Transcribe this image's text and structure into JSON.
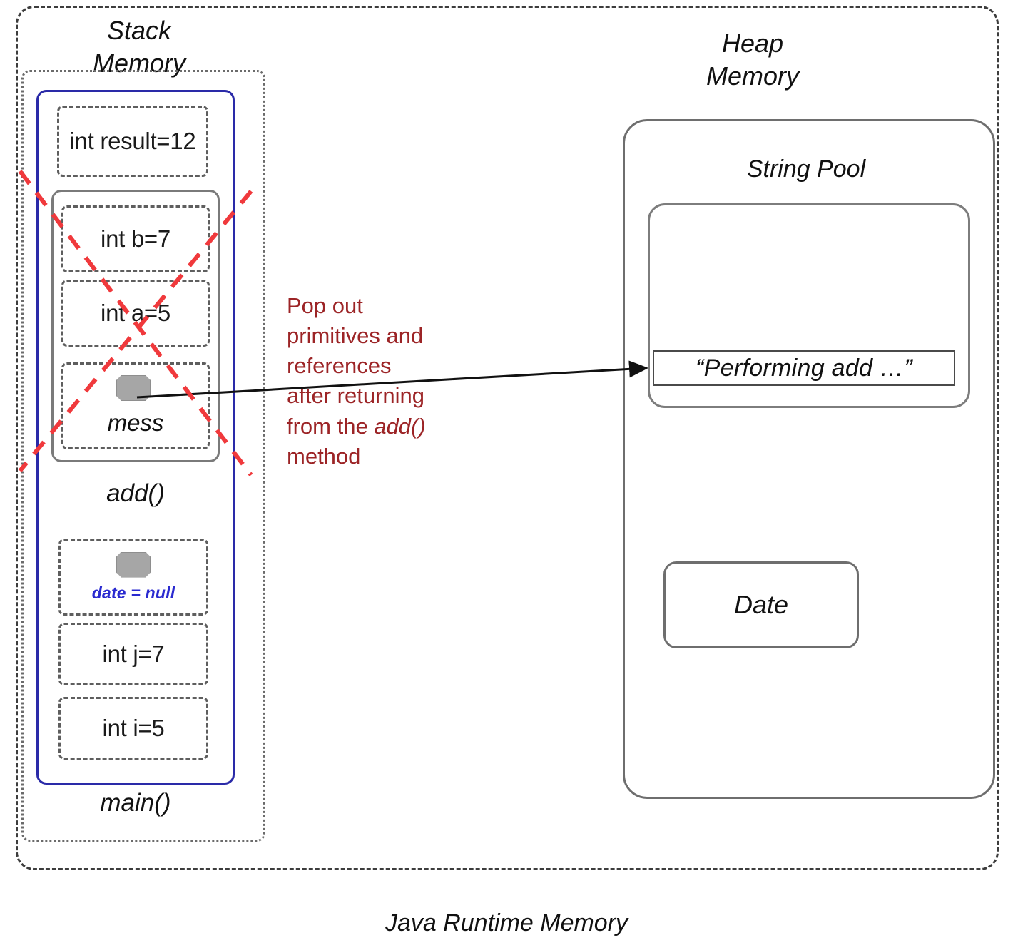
{
  "figure": {
    "caption": "Java Runtime Memory"
  },
  "stack": {
    "title": "Stack\nMemory",
    "main_frame_label": "main()",
    "add_frame_label": "add()",
    "slots": [
      {
        "id": "result",
        "text": "int\nresult=12"
      },
      {
        "id": "b",
        "text": "int b=7"
      },
      {
        "id": "a",
        "text": "int a=5"
      },
      {
        "id": "mess",
        "text": "mess",
        "has_reference_chip": true
      },
      {
        "id": "date",
        "text": "date = null",
        "has_reference_chip": true
      },
      {
        "id": "j",
        "text": "int j=7"
      },
      {
        "id": "i",
        "text": "int i=5"
      }
    ]
  },
  "heap": {
    "title": "Heap\nMemory",
    "string_pool_label": "String Pool",
    "string_literal": "“Performing add …”",
    "object_label": "Date"
  },
  "annotation": {
    "line1": "Pop out",
    "line2": "primitives and",
    "line3": "references",
    "line4": "after returning",
    "line5_prefix": "from the ",
    "line5_italic": "add()",
    "line6": "method"
  },
  "colors": {
    "main_frame_border": "#2a2aa8",
    "null_text": "#2a2ad0",
    "annotation_text": "#9c2426",
    "cross_out": "#f0393c",
    "reference_chip": "#a6a6a6",
    "frame_gray": "#6e6e6e"
  }
}
